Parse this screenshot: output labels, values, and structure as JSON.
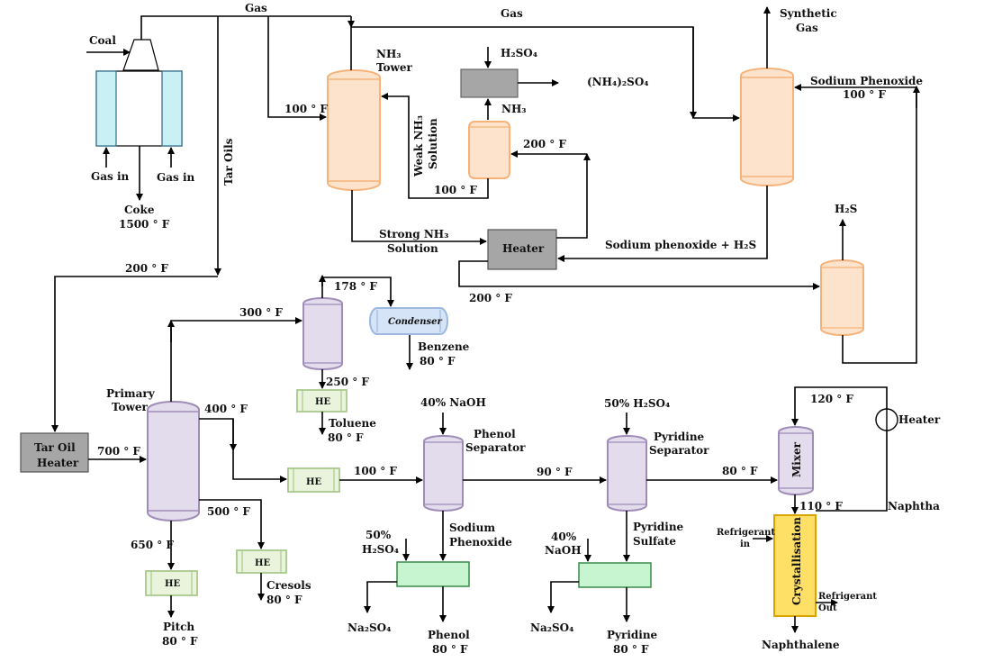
{
  "labels": {
    "coal": "Coal",
    "gas_top": "Gas",
    "gas_right": "Gas",
    "synthetic_gas": [
      "Synthetic",
      "Gas"
    ],
    "nh3_tower": [
      "NH₃",
      "Tower"
    ],
    "h2so4_top": "H₂SO₄",
    "ammonium_sulfate": "(NH₄)₂SO₄",
    "nh3": "NH₃",
    "sodium_phenoxide_in": [
      "Sodium Phenoxide",
      "100 ° F"
    ],
    "t100_nh3tower": "100 ° F",
    "weak_nh3": [
      "Weak NH₃",
      "Solution"
    ],
    "t200_right": "200 ° F",
    "t100_small": "100 ° F",
    "gas_in_left": "Gas in",
    "gas_in_right": "Gas in",
    "coke": [
      "Coke",
      "1500 ° F"
    ],
    "tar_oils": "Tar Oils",
    "strong_nh3": [
      "Strong NH₃",
      "Solution"
    ],
    "heater": "Heater",
    "sodium_phenoxide_h2s": "Sodium phenoxide + H₂S",
    "h2s": "H₂S",
    "t200_left": "200 ° F",
    "t200_bottom": "200 ° F",
    "t178": "178 ° F",
    "condenser": "Condenser",
    "benzene": [
      "Benzene",
      "80 ° F"
    ],
    "t300": "300 ° F",
    "t250": "250 ° F",
    "he": "HE",
    "toluene": [
      "Toluene",
      "80 ° F"
    ],
    "primary_tower": [
      "Primary",
      "Tower"
    ],
    "t400": "400 ° F",
    "tar_oil_heater": [
      "Tar Oil",
      "Heater"
    ],
    "t700": "700 ° F",
    "naoh40_top": "40% NaOH",
    "phenol_separator": [
      "Phenol",
      "Separator"
    ],
    "h2so4_50_top": "50% H₂SO₄",
    "pyridine_separator": [
      "Pyridine",
      "Separator"
    ],
    "t120": "120 ° F",
    "heater_right": "Heater",
    "t100_mid": "100 ° F",
    "t90": "90 ° F",
    "t80": "80 ° F",
    "mixer": "Mixer",
    "t110": "110 ° F",
    "naphtha": "Naphtha",
    "t500": "500 ° F",
    "t650": "650 ° F",
    "sodium_phenoxide_out": [
      "Sodium",
      "Phenoxide"
    ],
    "h2so4_50_low": [
      "50%",
      "H₂SO₄"
    ],
    "naoh_40_low": [
      "40%",
      "NaOH"
    ],
    "pyridine_sulfate": [
      "Pyridine",
      "Sulfate"
    ],
    "refrigerant_in": [
      "Refrigerant",
      "in"
    ],
    "crystallisation": "Crystallisation",
    "refrigerant_out": [
      "Refrigerant",
      "Out"
    ],
    "cresols": [
      "Cresols",
      "80 ° F"
    ],
    "pitch": [
      "Pitch",
      "80 ° F"
    ],
    "na2so4_left": "Na₂SO₄",
    "phenol": [
      "Phenol",
      "80 ° F"
    ],
    "na2so4_right": "Na₂SO₄",
    "pyridine": [
      "Pyridine",
      "80 ° F"
    ],
    "naphthalene": "Naphthalene"
  },
  "colors": {
    "orange_fill": "#fde3cc",
    "orange_stroke": "#f5b37a",
    "purple_fill": "#e3dcec",
    "purple_stroke": "#9f8db8",
    "green_fill": "#c6f5cf",
    "green_stroke": "#3a8a4a",
    "he_fill": "#eaf4dc",
    "he_stroke": "#a9c98e",
    "condenser_fill": "#d6e4f7",
    "condenser_stroke": "#9cb8e0",
    "gray_fill": "#a6a6a6",
    "yellow_fill": "#ffe066",
    "yellow_stroke": "#d9a400",
    "cyan_fill": "#c9f0f5",
    "cyan_stroke": "#2b6b8a"
  }
}
